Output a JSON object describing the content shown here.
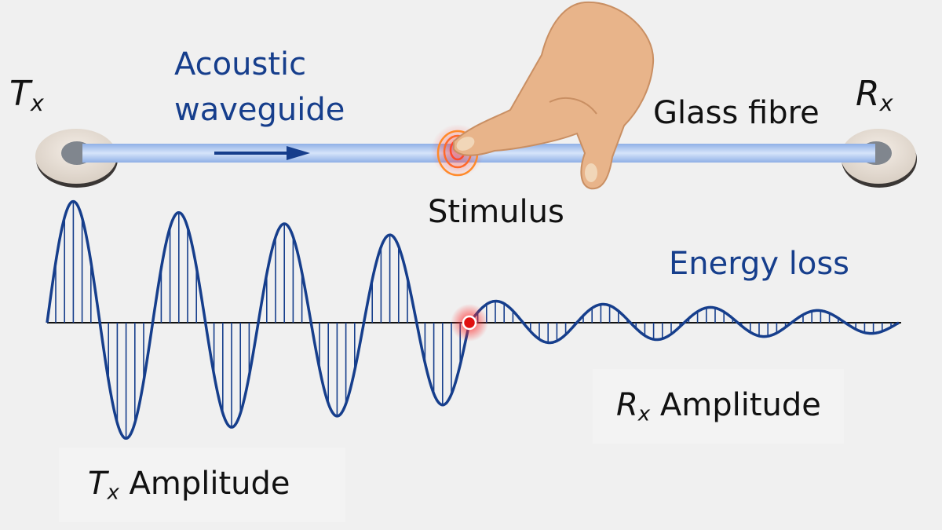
{
  "labels": {
    "tx": {
      "main": "T",
      "sub": "x"
    },
    "rx": {
      "main": "R",
      "sub": "x"
    },
    "acoustic_line1": "Acoustic",
    "acoustic_line2": "waveguide",
    "glass_fibre": "Glass fibre",
    "stimulus": "Stimulus",
    "energy_loss": "Energy loss",
    "tx_amplitude": {
      "main": "T",
      "sub": "x",
      "rest": " Amplitude"
    },
    "rx_amplitude": {
      "main": "R",
      "sub": "x",
      "rest": " Amplitude"
    }
  },
  "colors": {
    "wave": "#163e8c",
    "fibre": "#9dbcec",
    "stimulus": "#ff5a3c",
    "skin": "#e8b48a"
  },
  "wave": {
    "tx_periods": 4,
    "rx_periods": 4,
    "tx_amplitude_start": 1.0,
    "tx_amplitude_end": 0.64,
    "rx_amplitude_start": 0.18,
    "rx_amplitude_end": 0.08
  }
}
